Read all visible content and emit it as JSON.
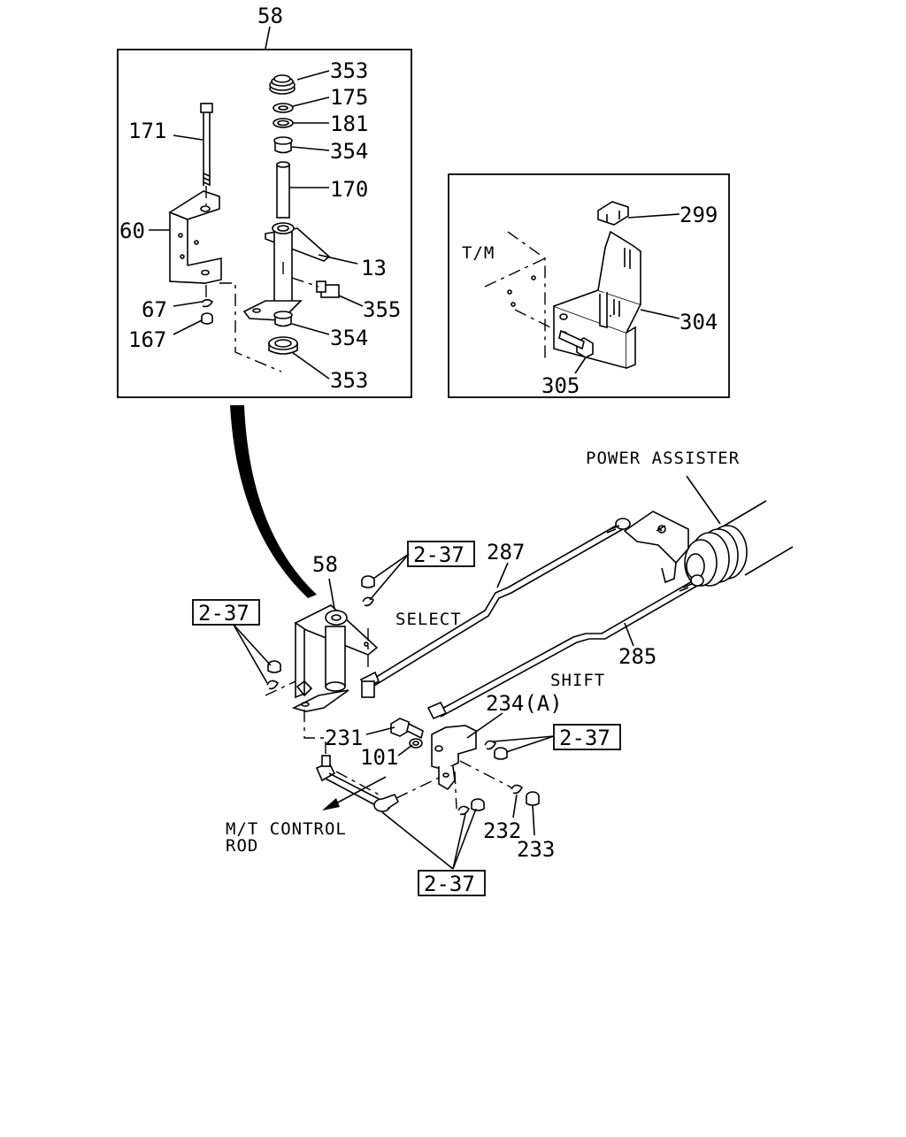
{
  "detail_main": {
    "title": "58",
    "parts": [
      "353",
      "175",
      "181",
      "354",
      "171",
      "170",
      "60",
      "13",
      "355",
      "67",
      "167",
      "354",
      "353"
    ]
  },
  "detail_tm": {
    "caption": "T/M",
    "parts": [
      "299",
      "304",
      "305"
    ]
  },
  "main": {
    "power_assister": "POWER ASSISTER",
    "select": "SELECT",
    "shift": "SHIFT",
    "mt_control_line1": "M/T  CONTROL",
    "mt_control_line2": "ROD",
    "parts": [
      "58",
      "287",
      "285",
      "234(A)",
      "231",
      "101",
      "232",
      "233"
    ],
    "refs": [
      "2-37",
      "2-37",
      "2-37",
      "2-37"
    ]
  }
}
